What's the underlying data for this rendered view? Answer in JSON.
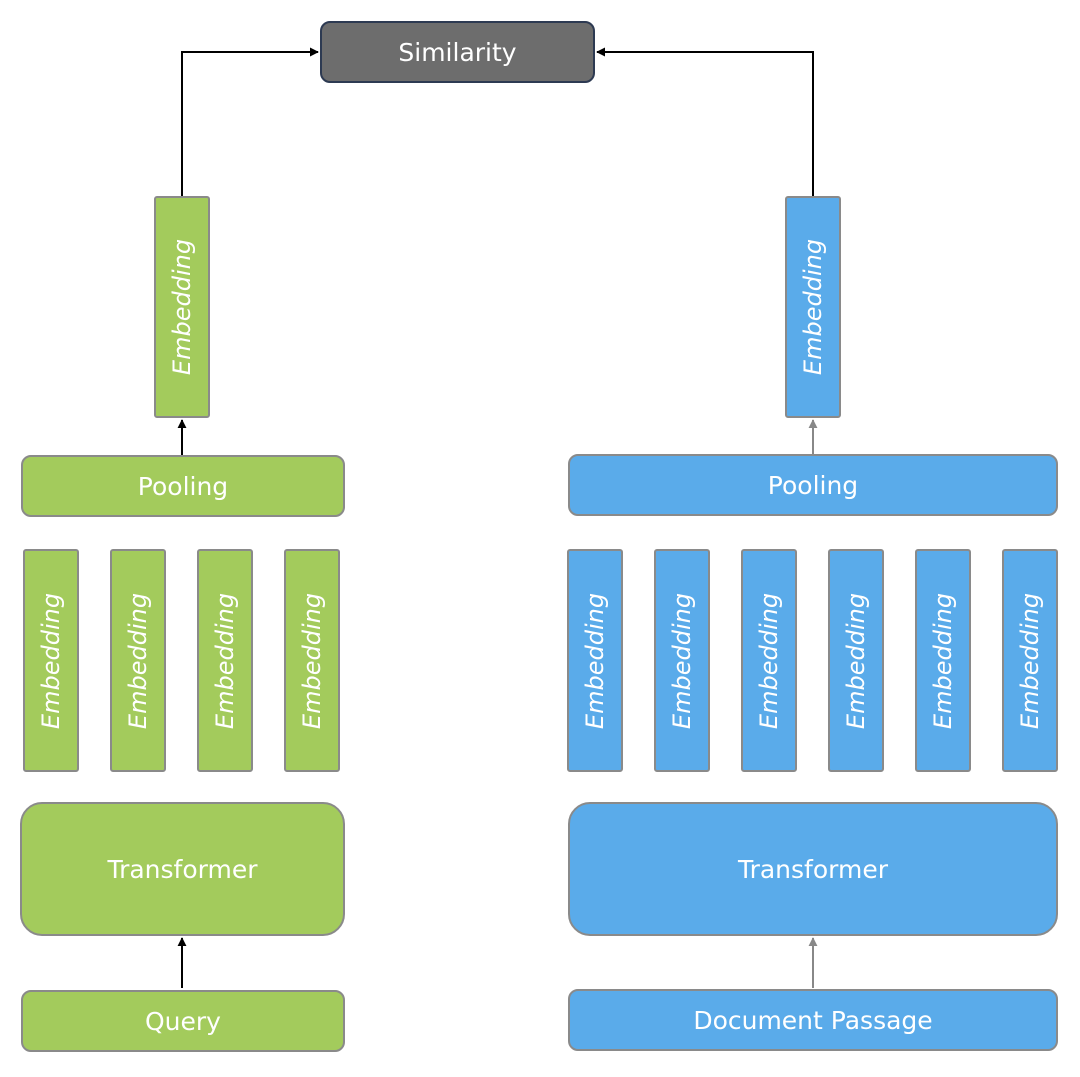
{
  "similarity": {
    "label": "Similarity"
  },
  "query_tower": {
    "input_label": "Query",
    "encoder_label": "Transformer",
    "token_embedding_labels": [
      "Embedding",
      "Embedding",
      "Embedding",
      "Embedding"
    ],
    "pooling_label": "Pooling",
    "output_embedding_label": "Embedding"
  },
  "passage_tower": {
    "input_label": "Document Passage",
    "encoder_label": "Transformer",
    "token_embedding_labels": [
      "Embedding",
      "Embedding",
      "Embedding",
      "Embedding",
      "Embedding",
      "Embedding"
    ],
    "pooling_label": "Pooling",
    "output_embedding_label": "Embedding"
  },
  "colors": {
    "query": "#a3cb5c",
    "passage": "#5aabea",
    "similarity": "#6d6d6d"
  }
}
